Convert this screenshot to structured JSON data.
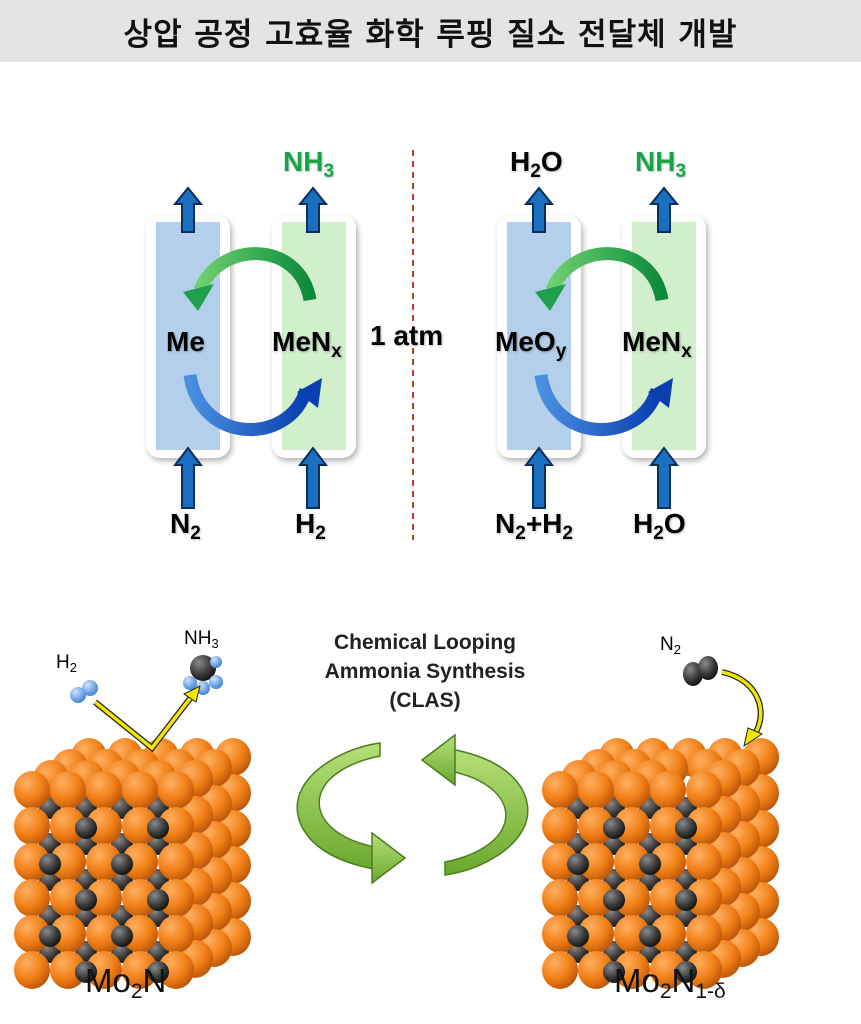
{
  "title": "상압 공정 고효율 화학 루핑 질소 전달체 개발",
  "left_cycle": {
    "left_species": "Me",
    "right_species_main": "MeN",
    "right_species_sub": "x",
    "input_left_main": "N",
    "input_left_sub": "2",
    "input_right_main": "H",
    "input_right_sub": "2",
    "output_right_main": "NH",
    "output_right_sub": "3"
  },
  "pressure_label": "1 atm",
  "right_cycle": {
    "left_species_main": "MeO",
    "left_species_sub": "y",
    "right_species_main": "MeN",
    "right_species_sub": "x",
    "input_left_a": "N",
    "input_left_a_sub": "2",
    "input_left_b": "+H",
    "input_left_b_sub": "2",
    "input_right_main": "H",
    "input_right_sub": "2",
    "input_right_tail": "O",
    "output_left_main": "H",
    "output_left_sub": "2",
    "output_left_tail": "O",
    "output_right_main": "NH",
    "output_right_sub": "3"
  },
  "clas": {
    "line1": "Chemical Looping",
    "line2": "Ammonia Synthesis",
    "line3": "(CLAS)"
  },
  "molecules": {
    "h2_main": "H",
    "h2_sub": "2",
    "nh3_main": "NH",
    "nh3_sub": "3",
    "n2_main": "N",
    "n2_sub": "2"
  },
  "materials": {
    "left_main": "Mo",
    "left_sub": "2",
    "left_tail": "N",
    "right_main": "Mo",
    "right_sub": "2",
    "right_mid": "N",
    "right_sub2": "1-δ"
  },
  "colors": {
    "blue_column": "#b4cfec",
    "green_column": "#d2efcc",
    "arrow_blue": "#1a6fc0",
    "label_green": "#1aa44a",
    "orange_atom": "#f07e16",
    "dark_atom": "#333333",
    "loop_green": "#8dc63f"
  }
}
